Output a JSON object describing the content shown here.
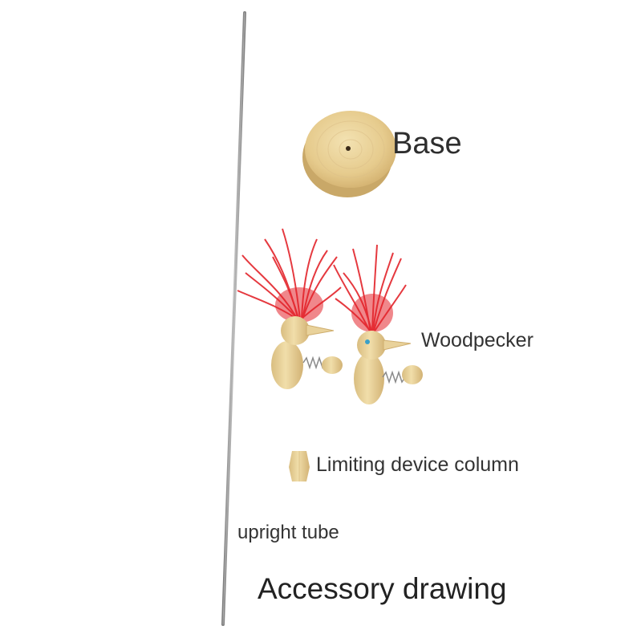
{
  "labels": {
    "base": "Base",
    "woodpecker": "Woodpecker",
    "limiting_device_column": "Limiting device column",
    "upright_tube": "upright tube",
    "caption": "Accessory drawing"
  },
  "colors": {
    "background": "#ffffff",
    "wood": "#e9d29b",
    "wood_dark": "#c9a868",
    "feather": "#e3242b",
    "tube": "#9a9a9a",
    "text": "#333333"
  }
}
